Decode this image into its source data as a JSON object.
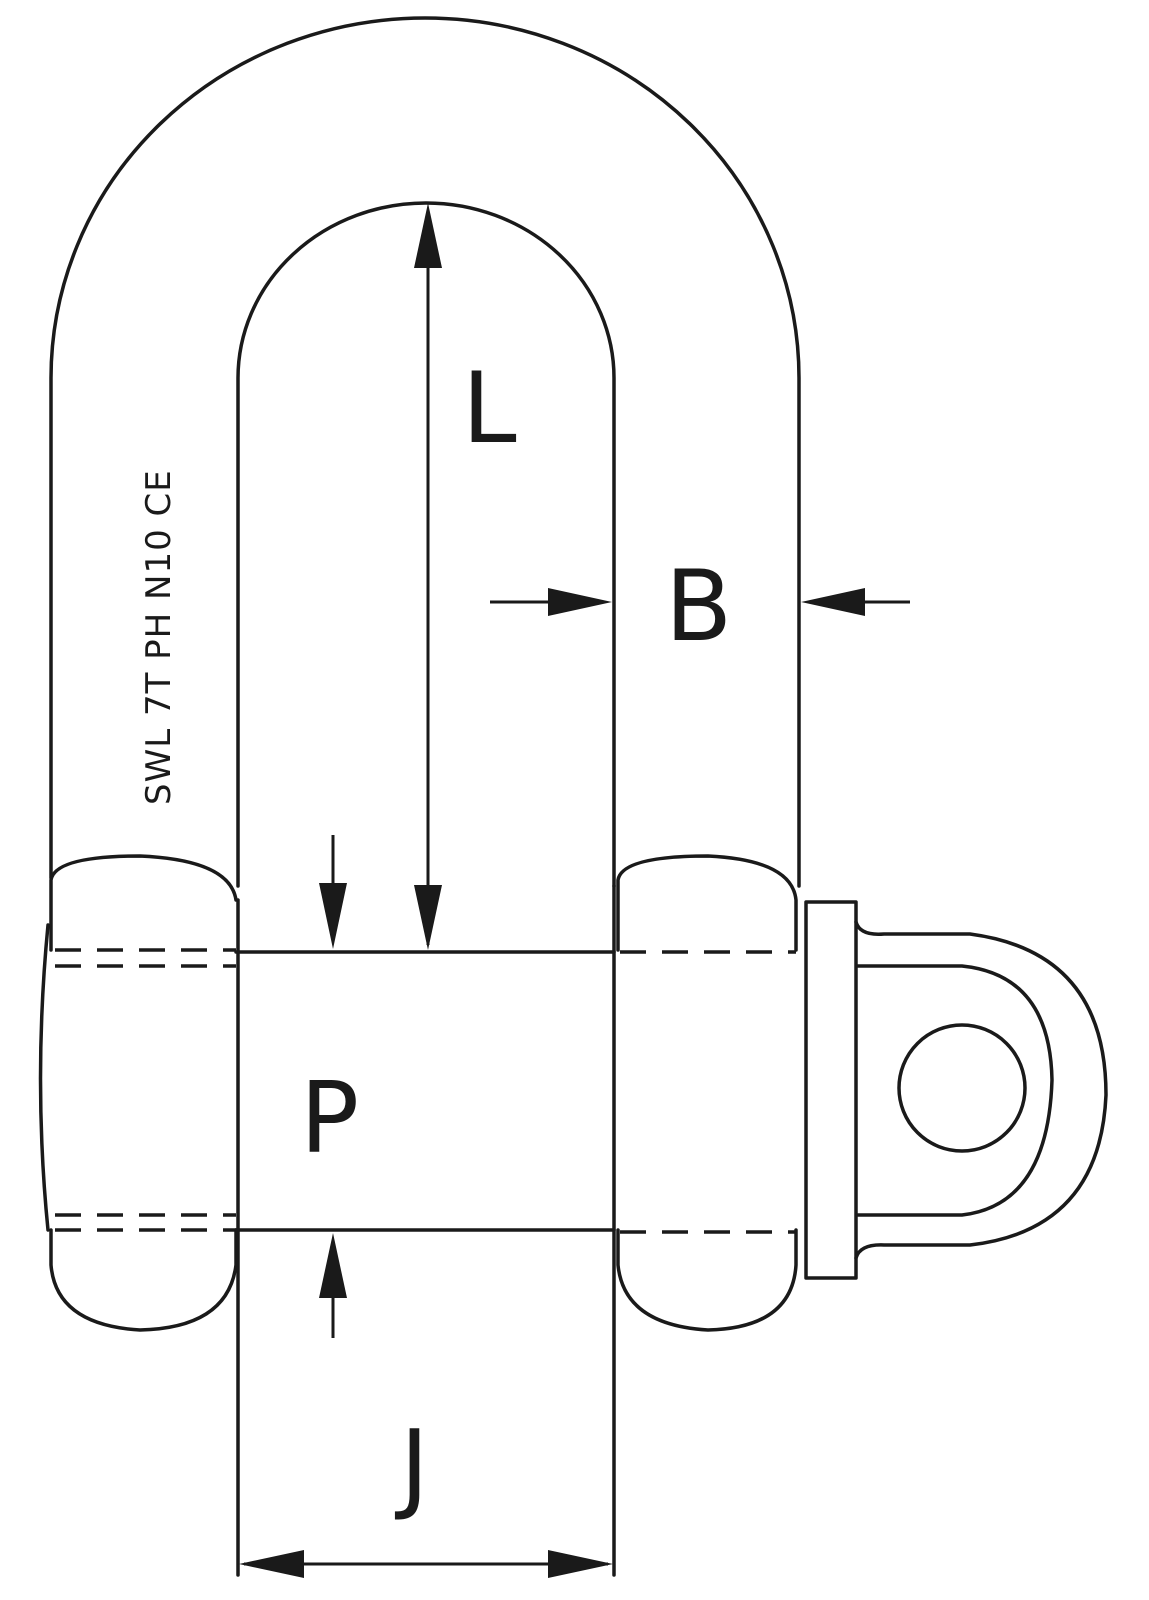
{
  "labels": {
    "length": "L",
    "body_diameter": "B",
    "pin_diameter": "P",
    "jaw_width": "J"
  },
  "marking": {
    "text": "SWL  7T  PH  N10  CE"
  }
}
